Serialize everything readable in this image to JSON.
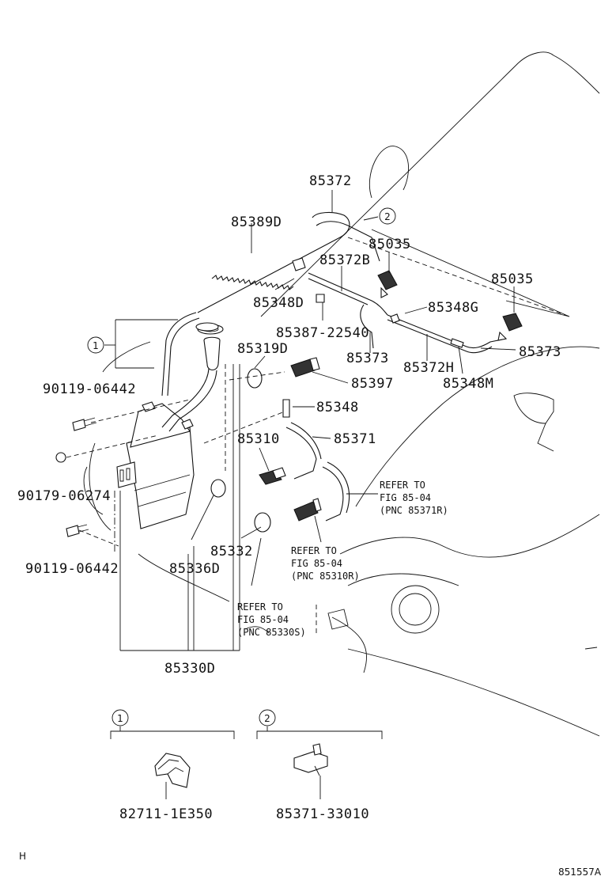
{
  "labels": {
    "p85372": "85372",
    "p85389D": "85389D",
    "p85035a": "85035",
    "p85372B": "85372B",
    "p85035b": "85035",
    "p85348D": "85348D",
    "p85348G": "85348G",
    "p85387": "85387-22540",
    "p85319D": "85319D",
    "p85373a": "85373",
    "p85373b": "85373",
    "p85397": "85397",
    "p85372H": "85372H",
    "p85348M": "85348M",
    "p90119a": "90119-06442",
    "p85348": "85348",
    "p85310": "85310",
    "p85371": "85371",
    "p90179": "90179-06274",
    "p85332": "85332",
    "p85336D": "85336D",
    "p90119b": "90119-06442",
    "p85330D": "85330D",
    "p82711": "82711-1E350",
    "p85371_33010": "85371-33010"
  },
  "callouts": {
    "c1": "1",
    "c2": "2"
  },
  "refs": {
    "r1": [
      "REFER TO",
      "FIG 85-04",
      "(PNC 85371R)"
    ],
    "r2": [
      "REFER TO",
      "FIG 85-04",
      "(PNC 85310R)"
    ],
    "r3": [
      "REFER TO",
      "FIG 85-04",
      "(PNC 85330S)"
    ]
  },
  "footer": {
    "left_mark": "H",
    "drawing_id": "851557A"
  }
}
